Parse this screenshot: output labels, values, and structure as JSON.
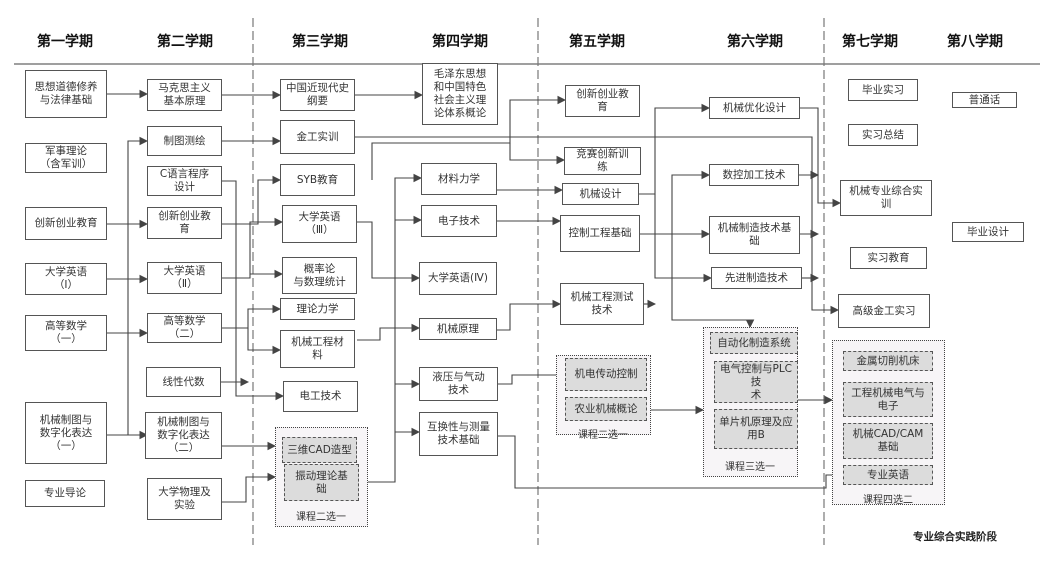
{
  "semesters": [
    "第一学期",
    "第二学期",
    "第三学期",
    "第四学期",
    "第五学期",
    "第六学期",
    "第七学期",
    "第八学期"
  ],
  "s1": [
    "思想道德修养\n与法律基础",
    "军事理论\n（含军训）",
    "创新创业教育",
    "大学英语\n（Ⅰ）",
    "高等数学\n（一）",
    "机械制图与\n数字化表达\n（一）",
    "专业导论"
  ],
  "s2": [
    "马克思主义\n基本原理",
    "制图测绘",
    "C语言程序\n设计",
    "创新创业教\n育",
    "大学英语\n（Ⅱ）",
    "高等数学\n（二）",
    "线性代数",
    "机械制图与\n数字化表达\n（二）",
    "大学物理及\n实验"
  ],
  "s3": [
    "中国近现代史\n纲要",
    "金工实训",
    "SYB教育",
    "大学英语\n（Ⅲ）",
    "概率论\n与数理统计",
    "理论力学",
    "机械工程材\n料",
    "电工技术"
  ],
  "s3_group": {
    "options": [
      "三维CAD造型",
      "振动理论基\n础"
    ],
    "label": "课程二选一"
  },
  "s4": [
    "毛泽东思想\n和中国特色\n社会主义理\n论体系概论",
    "材料力学",
    "电子技术",
    "大学英语(Ⅳ)",
    "机械原理",
    "液压与气动\n技术",
    "互换性与测量\n技术基础"
  ],
  "s5": [
    "创新创业教\n育",
    "竞赛创新训\n练",
    "机械设计",
    "控制工程基础",
    "机械工程测试\n技术"
  ],
  "s5_group": {
    "options": [
      "机电传动控制",
      "农业机械概论"
    ],
    "label": "课程二选一"
  },
  "s6": [
    "机械优化设计",
    "数控加工技术",
    "机械制造技术基\n础",
    "先进制造技术"
  ],
  "s6_group": {
    "options": [
      "自动化制造系统",
      "电气控制与PLC技\n术",
      "单片机原理及应\n用B"
    ],
    "label": "课程三选一"
  },
  "s7": [
    "毕业实习",
    "实习总结",
    "机械专业综合实\n训",
    "实习教育",
    "高级金工实习"
  ],
  "s7_group": {
    "options": [
      "金属切削机床",
      "工程机械电气与\n电子",
      "机械CAD/CAM\n基础",
      "专业英语"
    ],
    "label": "课程四选二"
  },
  "s8": [
    "普通话",
    "毕业设计"
  ],
  "footer": "专业综合实践阶段"
}
